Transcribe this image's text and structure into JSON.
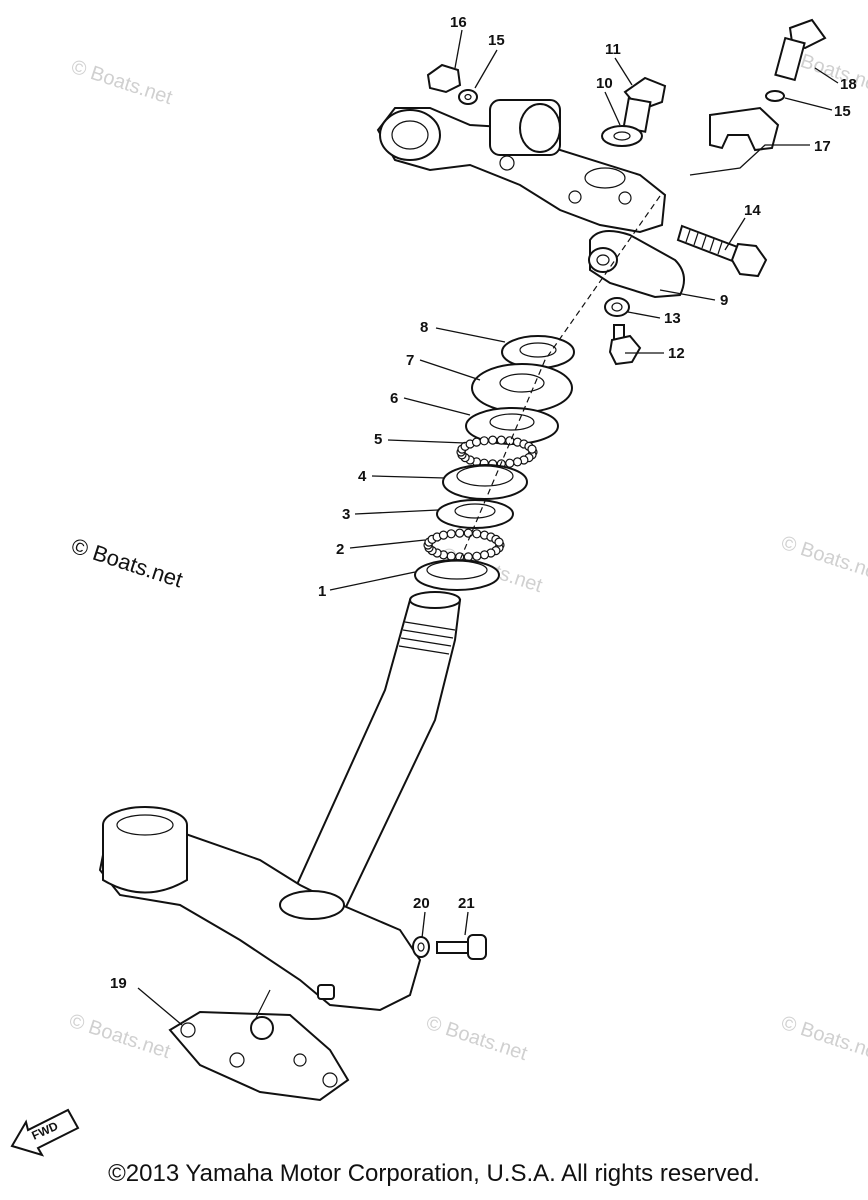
{
  "callouts": [
    "1",
    "2",
    "3",
    "4",
    "5",
    "6",
    "7",
    "8",
    "9",
    "10",
    "11",
    "12",
    "13",
    "14",
    "15",
    "15",
    "16",
    "17",
    "18",
    "19",
    "20",
    "21"
  ],
  "watermark": "© Boats.net",
  "direction_label": "FWD",
  "copyright": "©2013 Yamaha Motor Corporation, U.S.A. All rights reserved."
}
